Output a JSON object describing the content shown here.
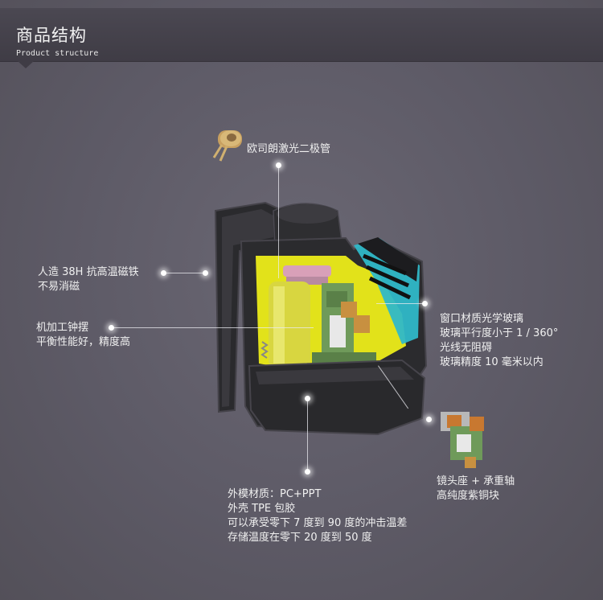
{
  "header": {
    "title": "商品结构",
    "subtitle": "Product structure"
  },
  "callouts": {
    "diode": {
      "line1": "欧司朗激光二极管"
    },
    "magnet": {
      "line1": "人造 38H 抗高温磁铁",
      "line2": "不易消磁"
    },
    "pendulum": {
      "line1": "机加工钟摆",
      "line2": "平衡性能好，精度高"
    },
    "window": {
      "line1": "窗口材质光学玻璃",
      "line2": "玻璃平行度小于 1 / 360°",
      "line3": "光线无阻碍",
      "line4": "玻璃精度 10 毫米以内"
    },
    "lens_seat": {
      "line1": "镜头座 + 承重轴",
      "line2": "高纯度紫铜块"
    },
    "shell": {
      "line1": "外模材质：PC+PPT",
      "line2": "外壳 TPE 包胶",
      "line3": "可以承受零下 7 度到 90 度的冲击温差",
      "line4": "存储温度在零下 20 度到 50 度"
    }
  },
  "colors": {
    "background": "#5c5965",
    "header": "#3f3c45",
    "housing": "#2b2b2e",
    "interior": "#e2e21a",
    "glass": "#2fb8c8",
    "pcb": "#6f9a5a"
  }
}
